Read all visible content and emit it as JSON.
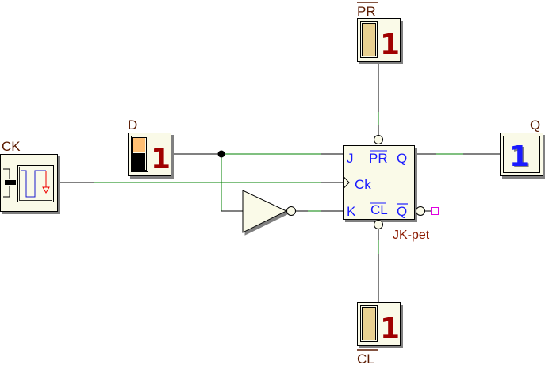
{
  "diagram": {
    "title": "JK flip-flop as D flip-flop",
    "colors": {
      "wire": "#000000",
      "wire_active": "#008000",
      "component_fill": "#fafae8",
      "shadow": "#808080",
      "pin_text": "#1a1aff",
      "label_text": "#5a1a00",
      "input_digit": "#a00000",
      "output_digit": "#1a1aff",
      "probe": "#e000e0"
    },
    "clock": {
      "label": "CK"
    },
    "d_input": {
      "label": "D",
      "value": "1"
    },
    "pr_input": {
      "label": "PR",
      "inverted": true,
      "value": "1"
    },
    "cl_input": {
      "label": "CL",
      "inverted": true,
      "value": "1"
    },
    "q_output": {
      "label": "Q",
      "value": "1"
    },
    "flipflop": {
      "name": "JK-pet",
      "pins": {
        "j": "J",
        "pr": "PR",
        "q": "Q",
        "ck": "Ck",
        "k": "K",
        "cl": "CL",
        "qbar": "Q"
      }
    },
    "inverter": {
      "type": "NOT"
    }
  }
}
